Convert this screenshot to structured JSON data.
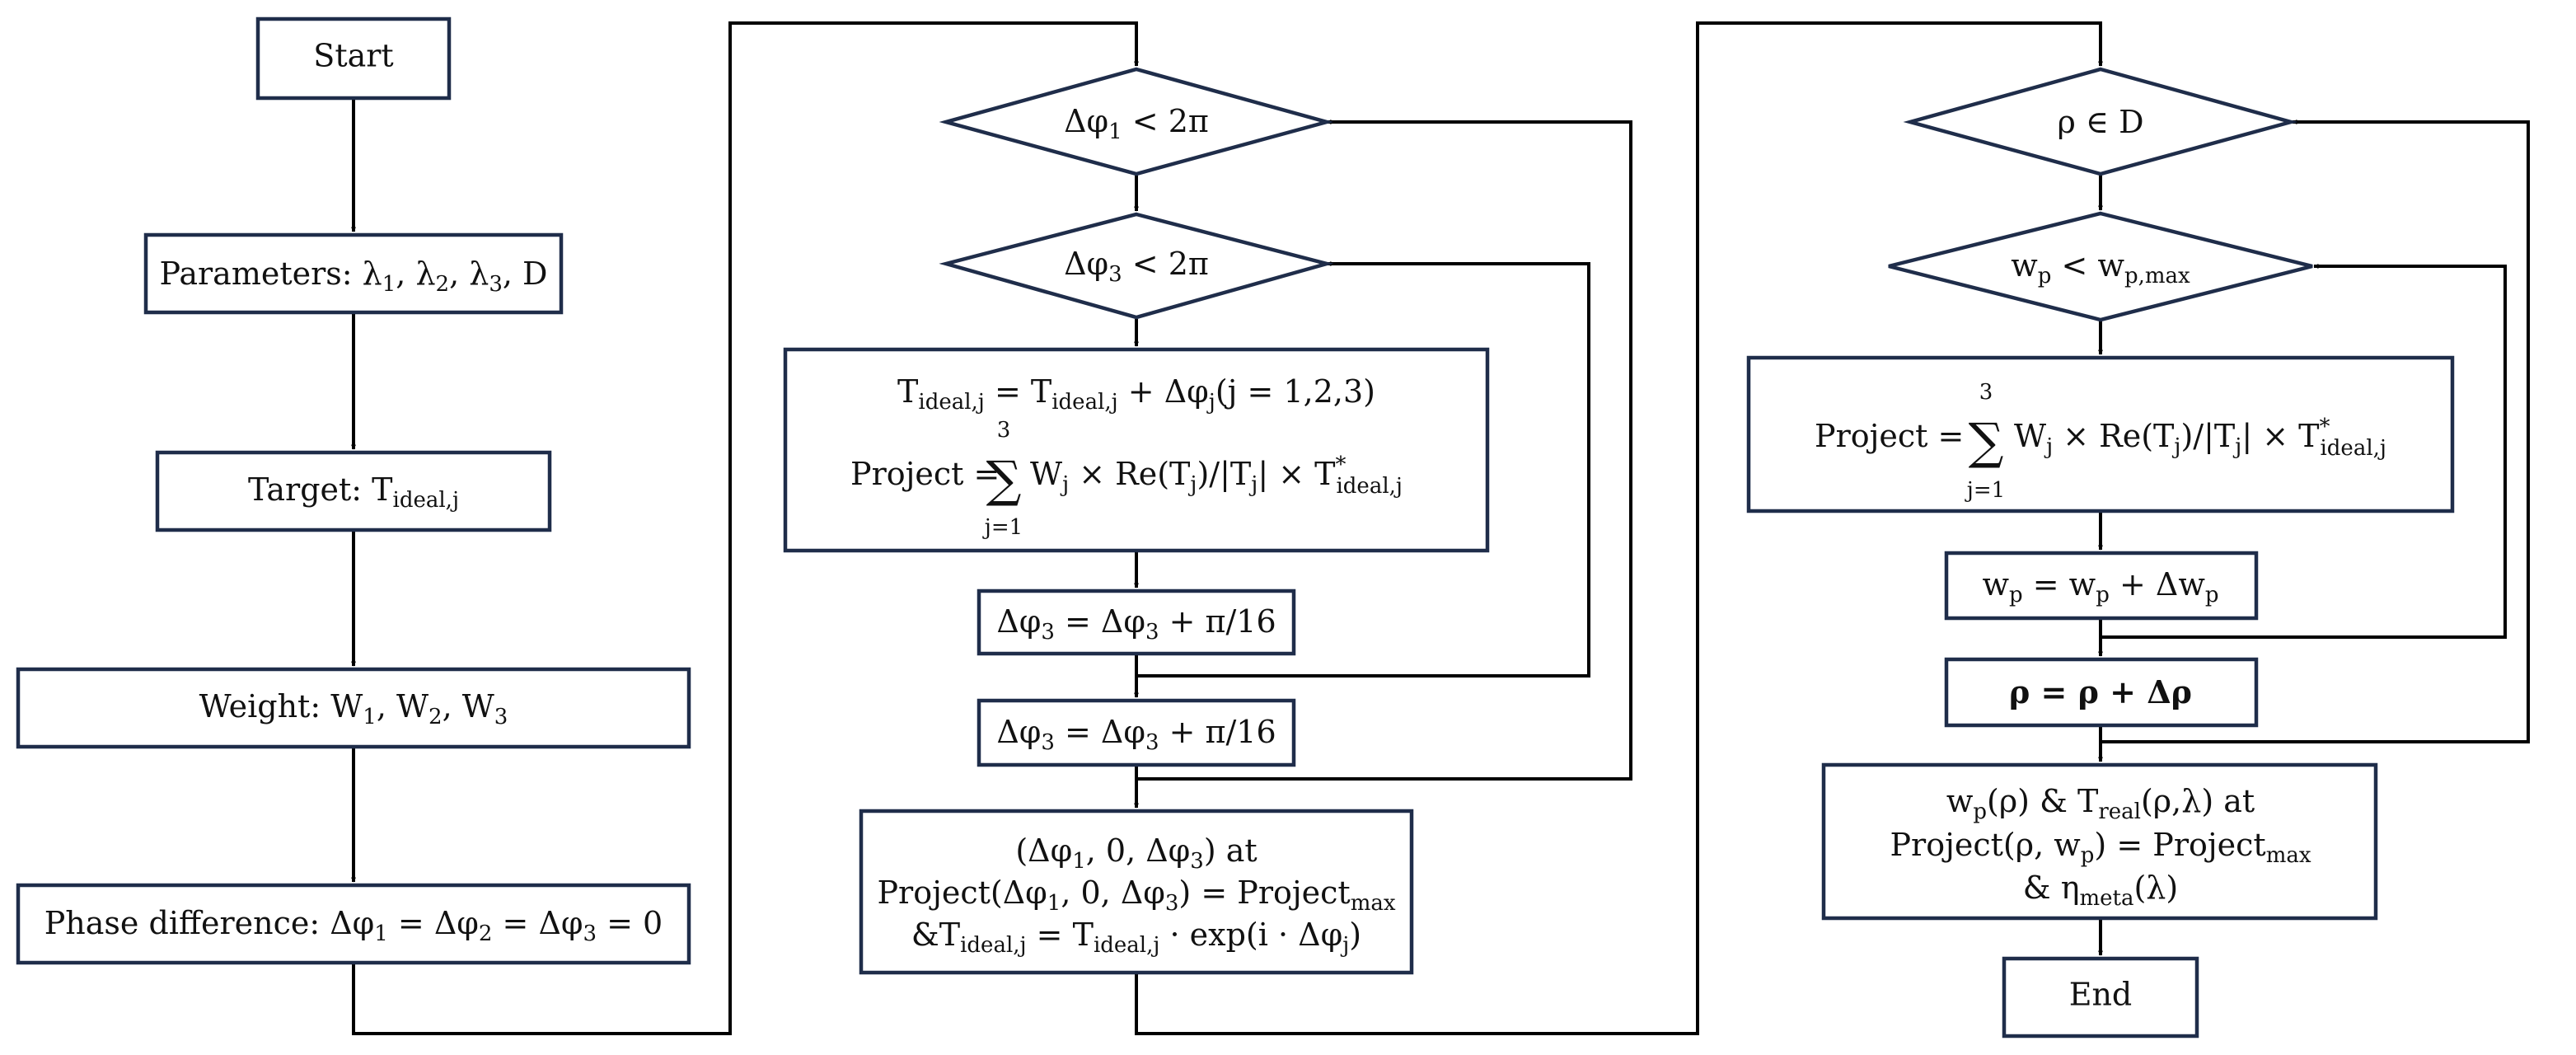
{
  "flowchart": {
    "col1": {
      "start": "Start",
      "parameters": {
        "prefix": "Parameters: λ",
        "s1": "1",
        "sep1": ", λ",
        "s2": "2",
        "sep2": ", λ",
        "s3": "3",
        "tail": ", D"
      },
      "target": {
        "prefix": "Target: T",
        "sub": "ideal,j"
      },
      "weight": {
        "prefix": "Weight: W",
        "s1": "1",
        "sep1": ", W",
        "s2": "2",
        "sep2": ", W",
        "s3": "3"
      },
      "phase": {
        "prefix": "Phase difference: Δφ",
        "s1": "1",
        "eq1": " = Δφ",
        "s2": "2",
        "eq2": " = Δφ",
        "s3": "3",
        "tail": " = 0"
      }
    },
    "col2": {
      "cond1": {
        "pre": "Δφ",
        "sub": "1",
        "post": " < 2π"
      },
      "cond2": {
        "pre": "Δφ",
        "sub": "3",
        "post": " < 2π"
      },
      "update": {
        "line1": {
          "a": "T",
          "a_sub": "ideal,j",
          "b": " = T",
          "b_sub": "ideal,j",
          "c": " + Δφ",
          "c_sub": "j",
          "d": "(j = 1,2,3)"
        },
        "project_label": "Project =",
        "sum_symbol": "∑",
        "sum_upper": "3",
        "sum_lower": "j=1",
        "term": {
          "a": "W",
          "a_sub": "j",
          "b": " × Re(T",
          "b_sub": "j",
          "c": ")/|T",
          "c_sub": "j",
          "d": "| × T",
          "d_sup": "*",
          "d_sub": "ideal,j"
        }
      },
      "inc1": {
        "a": "Δφ",
        "a_sub": "3",
        "b": " = Δφ",
        "b_sub": "3",
        "c": " + π/16"
      },
      "inc2": {
        "a": "Δφ",
        "a_sub": "3",
        "b": " = Δφ",
        "b_sub": "3",
        "c": " + π/16"
      },
      "result": {
        "line1": {
          "a": "(Δφ",
          "a_sub": "1",
          "b": ", 0, Δφ",
          "b_sub": "3",
          "c": ") at"
        },
        "line2": {
          "a": "Project(Δφ",
          "a_sub": "1",
          "b": ", 0, Δφ",
          "b_sub": "3",
          "c": ") = Project",
          "c_sub": "max"
        },
        "line3": {
          "a": "&T",
          "a_sub": "ideal,j",
          "b": " = T",
          "b_sub": "ideal,j",
          "c": " · exp(i · Δφ",
          "c_sub": "j",
          "d": ")"
        }
      }
    },
    "col3": {
      "cond1": "ρ ∈ D",
      "cond2": {
        "a": "w",
        "a_sub": "p",
        "b": " < w",
        "b_sub": "p,max"
      },
      "project": {
        "project_label": "Project =",
        "sum_symbol": "∑",
        "sum_upper": "3",
        "sum_lower": "j=1",
        "term": {
          "a": "W",
          "a_sub": "j",
          "b": " × Re(T",
          "b_sub": "j",
          "c": ")/|T",
          "c_sub": "j",
          "d": "| × T",
          "d_sup": "*",
          "d_sub": "ideal,j"
        }
      },
      "wp_update": {
        "a": "w",
        "a_sub": "p",
        "b": " = w",
        "b_sub": "p",
        "c": " + Δw",
        "c_sub": "p"
      },
      "rho_update": "ρ = ρ + Δρ",
      "result": {
        "line1": {
          "a": "w",
          "a_sub": "p",
          "b": "(ρ) & T",
          "b_sub": "real",
          "c": "(ρ,λ) at"
        },
        "line2": {
          "a": "Project(ρ, w",
          "a_sub": "p",
          "b": ") = Project",
          "b_sub": "max"
        },
        "line3": {
          "a": "& η",
          "a_sub": "meta",
          "b": "(λ)"
        }
      },
      "end": "End"
    }
  }
}
